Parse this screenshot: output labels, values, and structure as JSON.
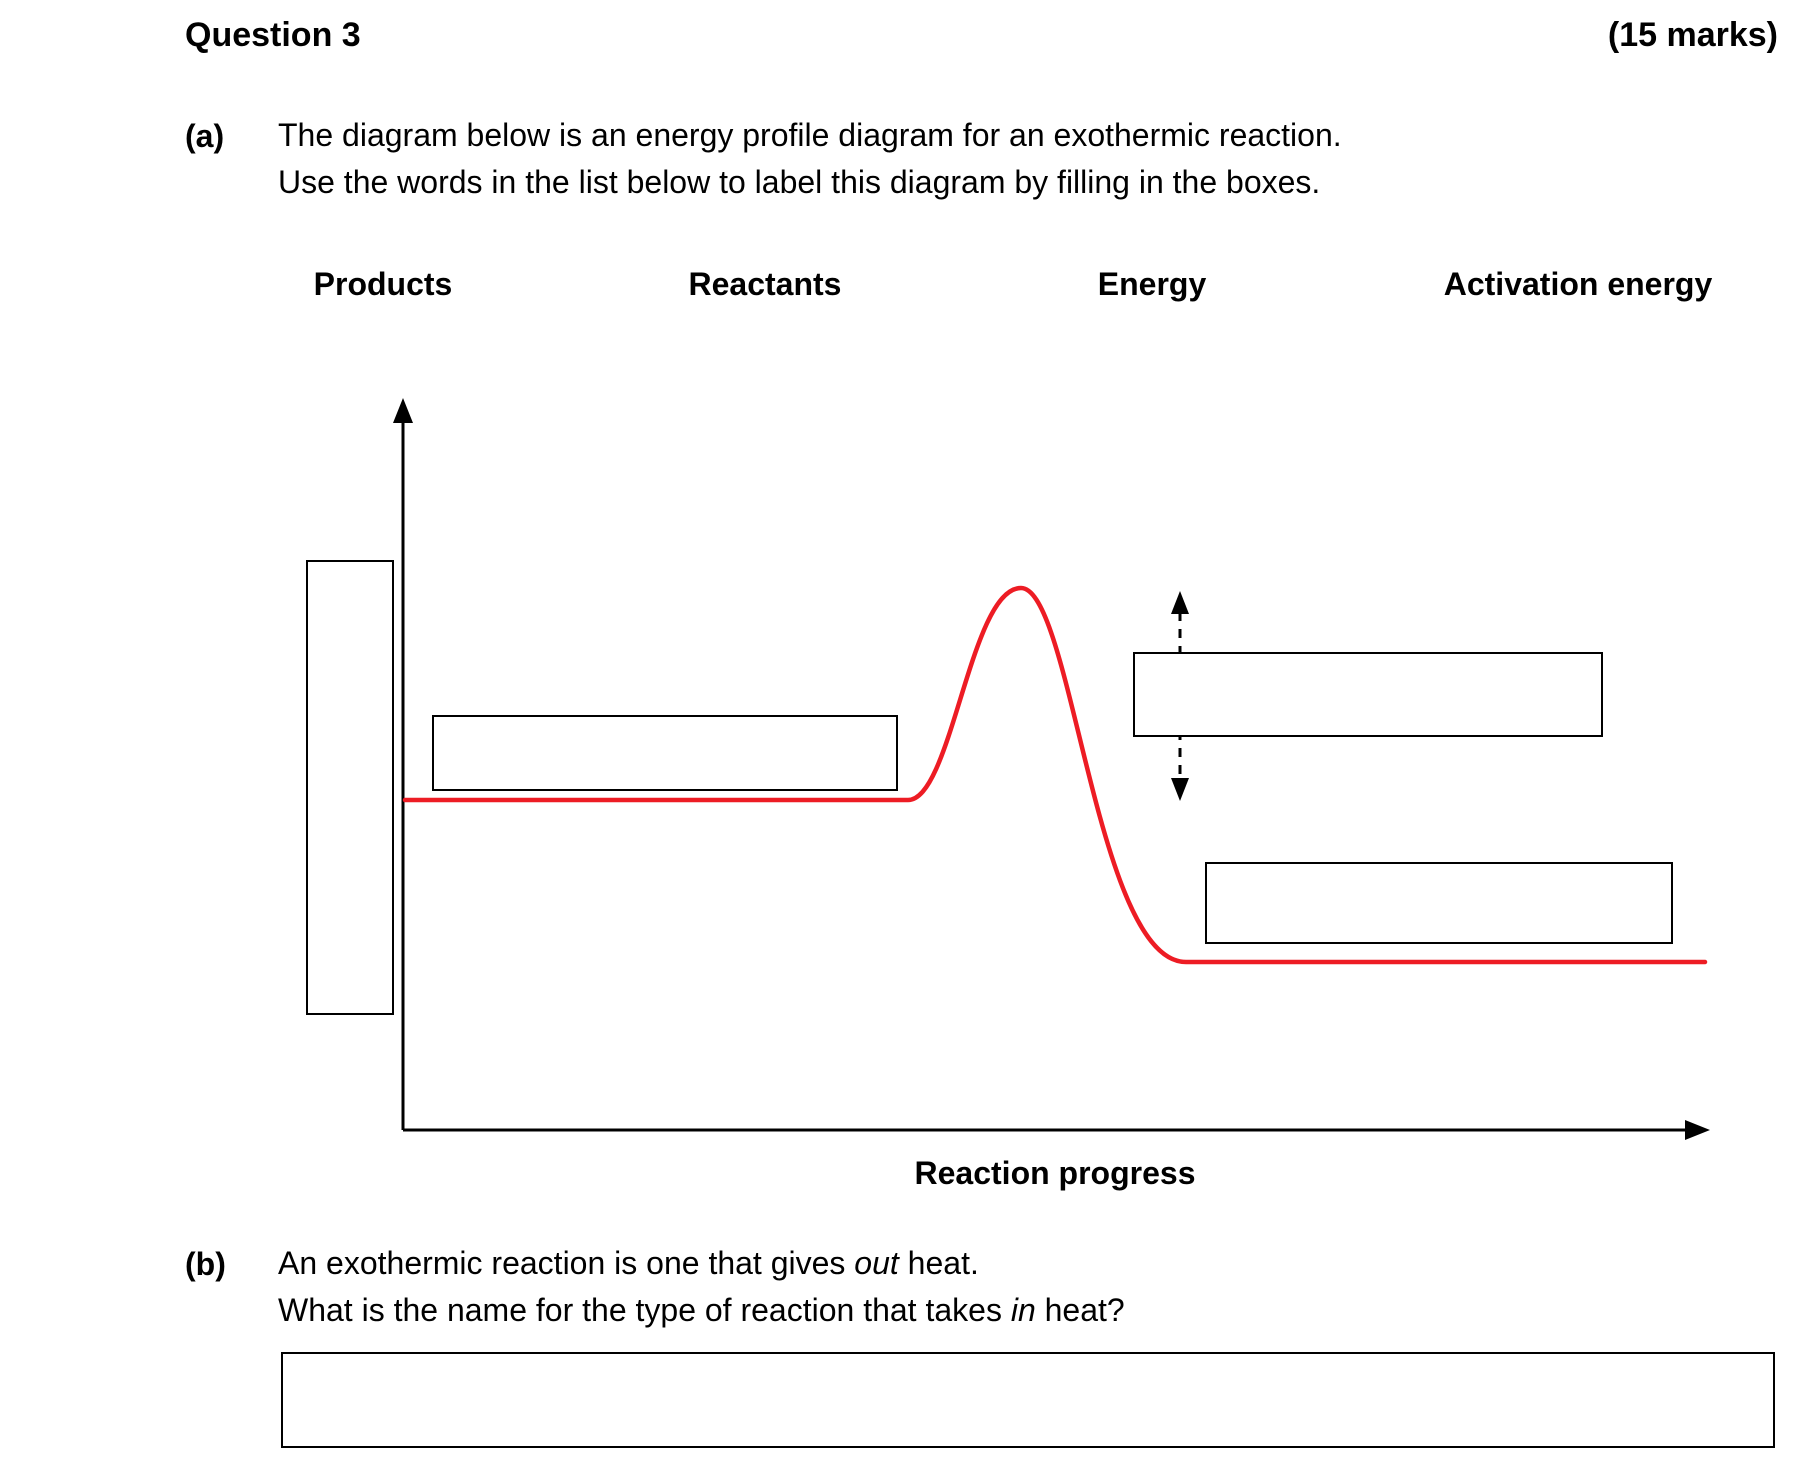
{
  "page": {
    "question_label": "Question 3",
    "marks_label": "(15 marks)"
  },
  "part_a": {
    "label": "(a)",
    "line1": "The diagram below is an energy profile diagram for an exothermic reaction.",
    "line2": "Use the words in the list below to label this diagram by filling in the boxes."
  },
  "word_list": [
    "Products",
    "Reactants",
    "Energy",
    "Activation energy"
  ],
  "diagram": {
    "x_axis_label": "Reaction progress",
    "curve_color": "#ed1c24",
    "axis_color": "#000000",
    "box_values": {
      "energy_axis": "",
      "reactants": "",
      "activation_energy": "",
      "products": ""
    }
  },
  "part_b": {
    "label": "(b)",
    "line1": {
      "pre": "An exothermic reaction is one that gives ",
      "em": "out",
      "post": " heat."
    },
    "line2": {
      "pre": "What is the name for the type of reaction that takes ",
      "em": "in",
      "post": " heat?"
    },
    "answer_value": ""
  }
}
